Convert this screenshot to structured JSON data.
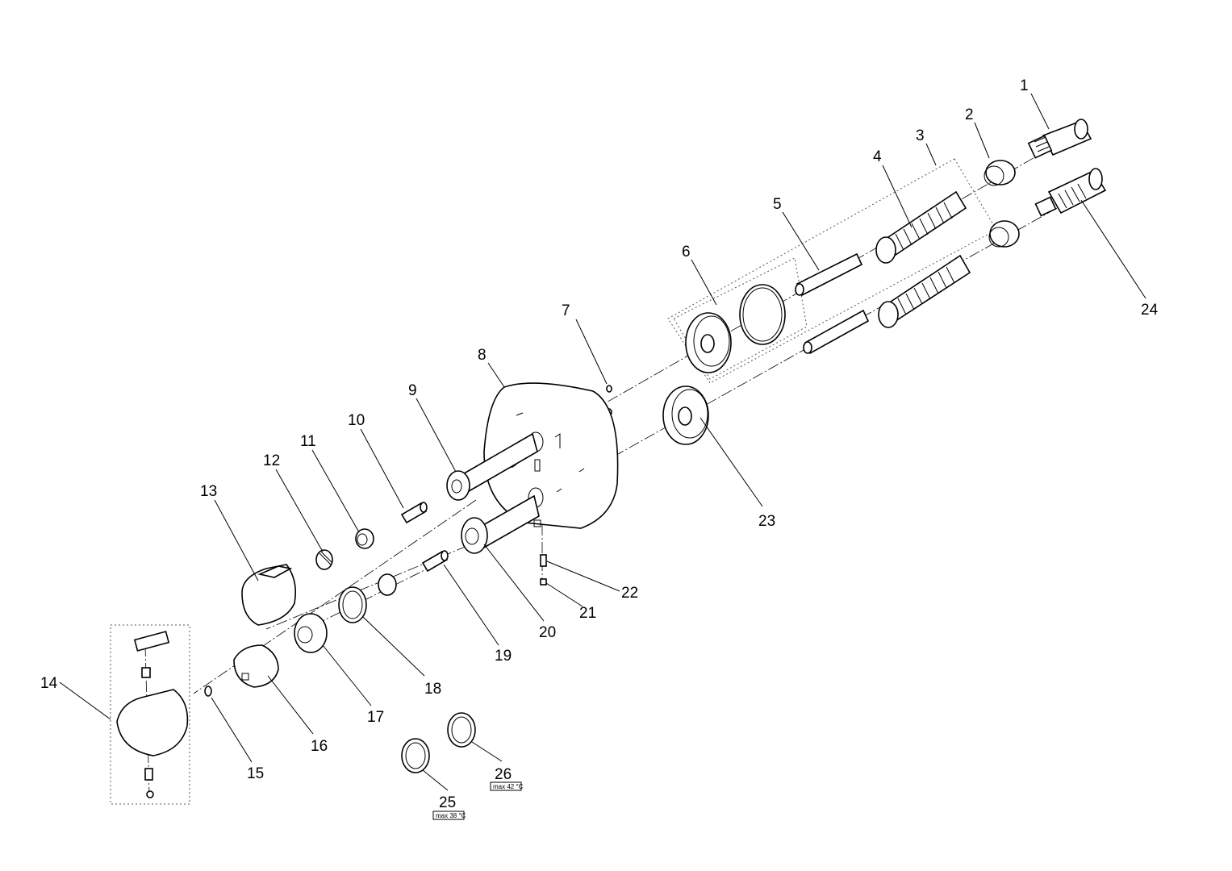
{
  "callouts": [
    "1",
    "2",
    "3",
    "4",
    "5",
    "6",
    "7",
    "8",
    "9",
    "10",
    "11",
    "12",
    "13",
    "14",
    "15",
    "16",
    "17",
    "18",
    "19",
    "20",
    "21",
    "22",
    "23",
    "24",
    "25",
    "26"
  ],
  "temperature_labels": {
    "label_25": "max 38 °C",
    "label_26": "max 42 °C"
  }
}
